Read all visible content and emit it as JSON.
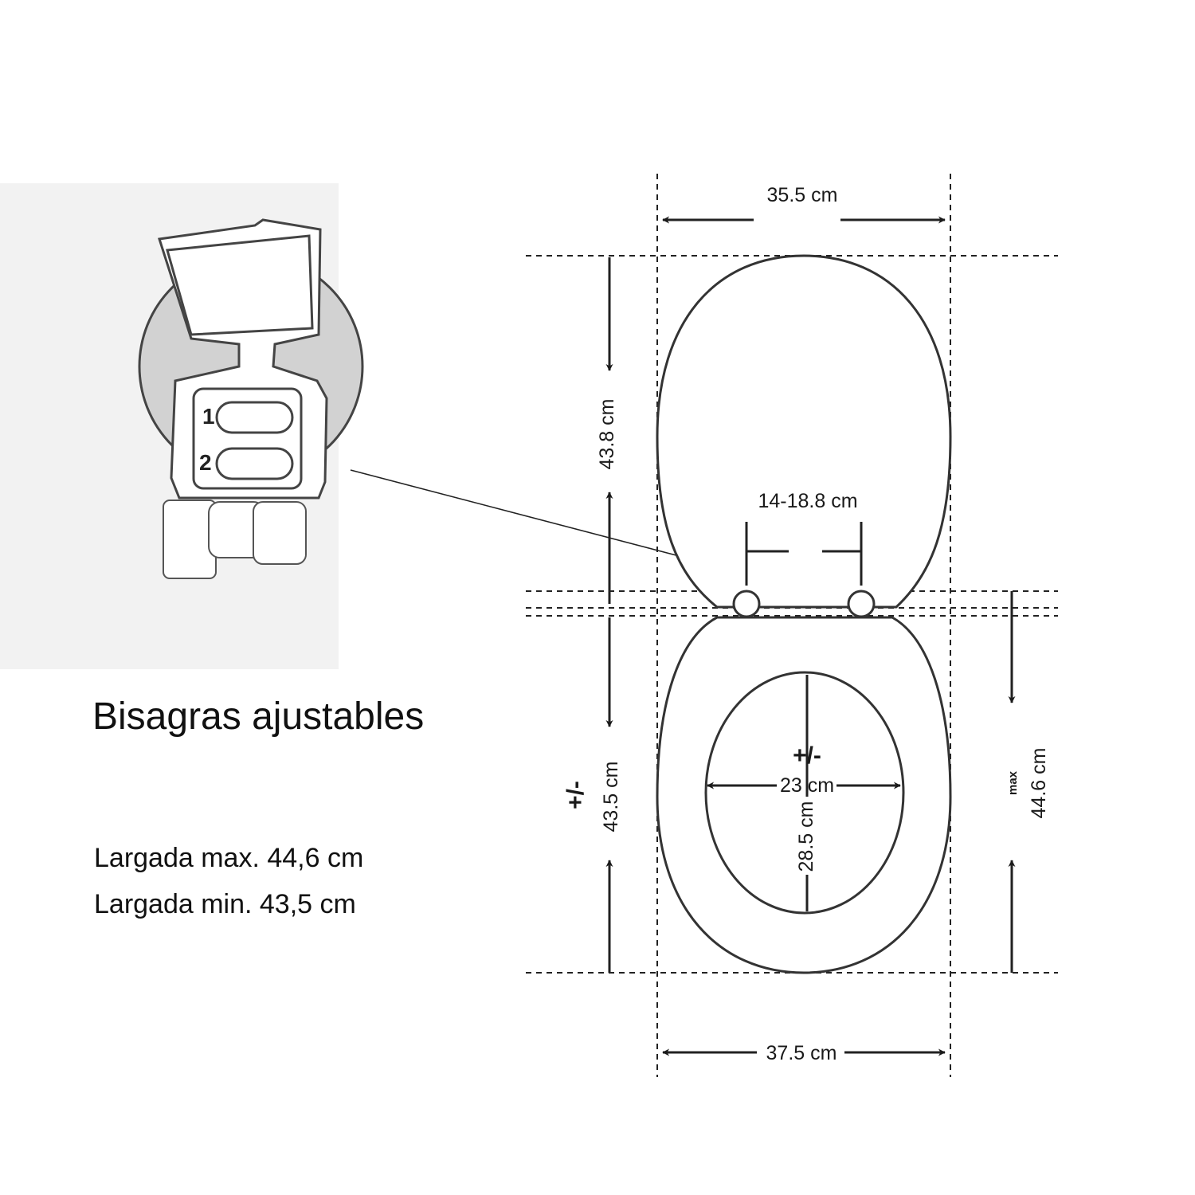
{
  "heading": "Bisagras ajustables",
  "specs": {
    "max_length": "Largada max. 44,6 cm",
    "min_length": "Largada min. 43,5 cm"
  },
  "inset": {
    "slot_numbers": [
      "1",
      "2"
    ]
  },
  "dimensions": {
    "lid_width": "35.5 cm",
    "lid_length": "43.8 cm",
    "hinge_distance": "14-18.8 cm",
    "plus_minus": "+/-",
    "seat_length": "43.5 cm",
    "opening_width": "23 cm",
    "opening_length": "28.5 cm",
    "max_label": "max",
    "max_seat_length": "44.6 cm",
    "seat_width": "37.5 cm"
  }
}
